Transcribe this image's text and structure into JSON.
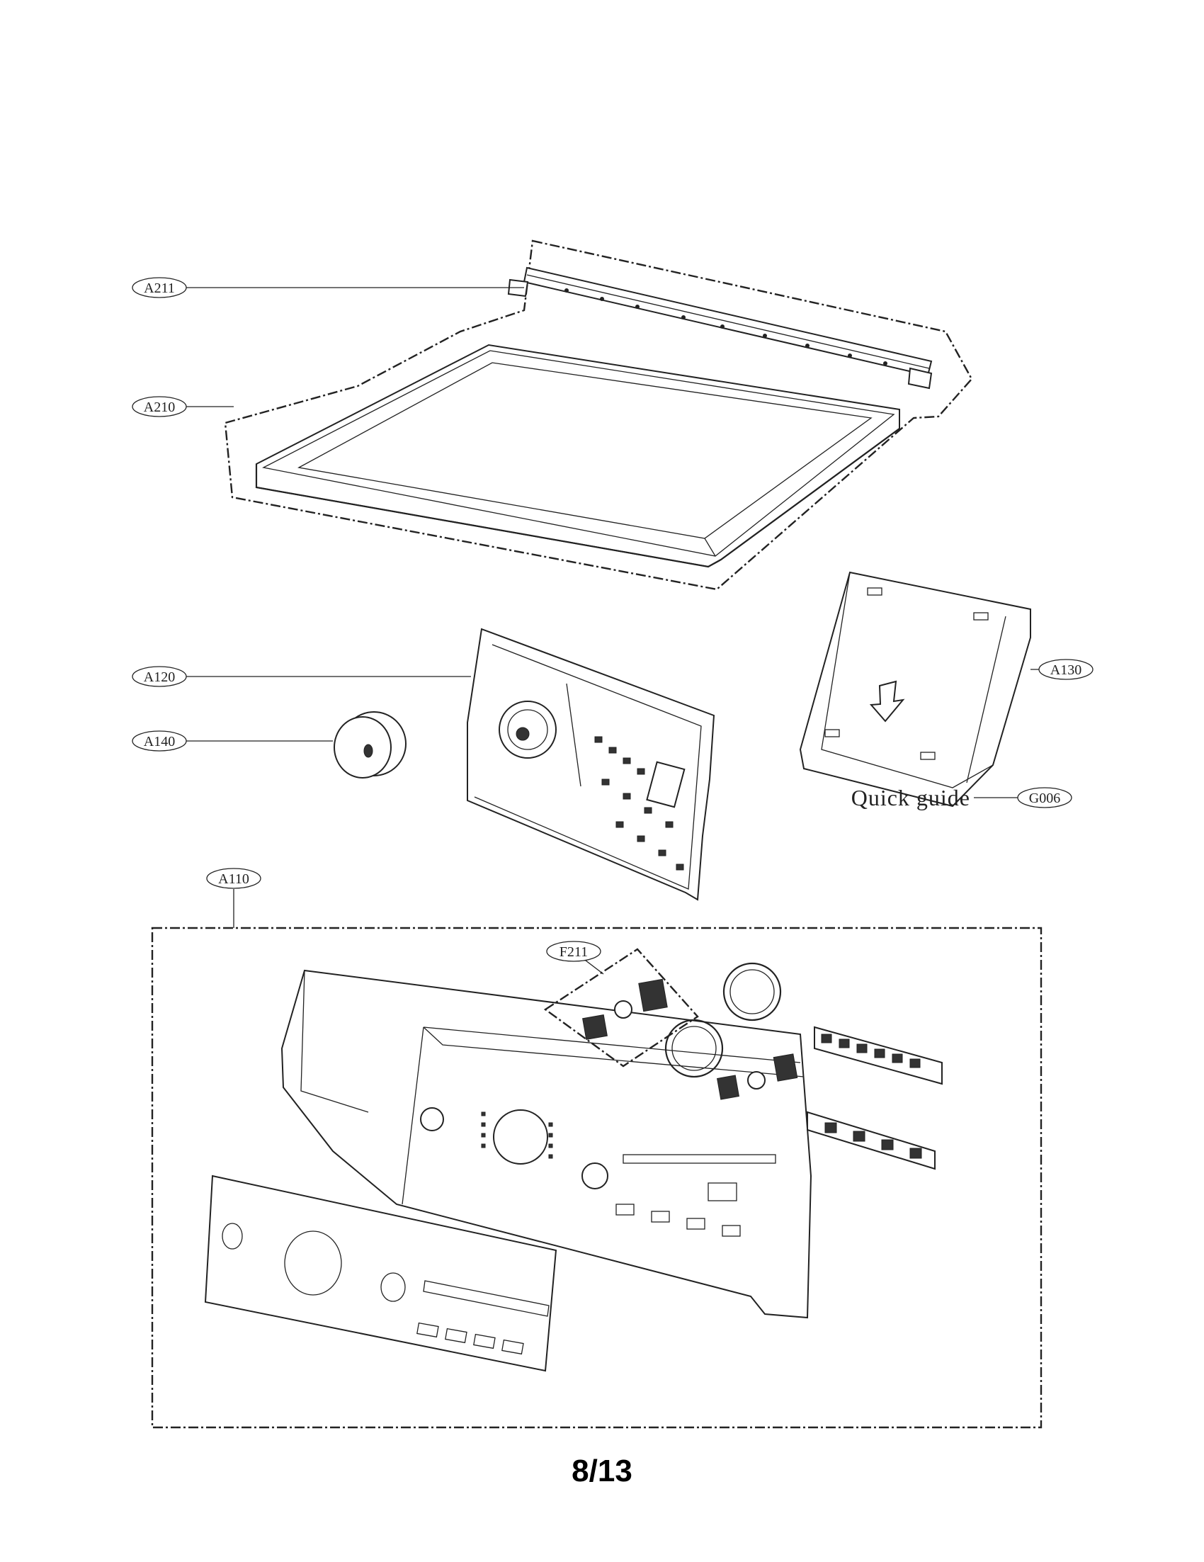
{
  "callouts": {
    "A211": "A211",
    "A210": "A210",
    "A120": "A120",
    "A140": "A140",
    "A130": "A130",
    "G006": "G006",
    "A110": "A110",
    "F211": "F211"
  },
  "quick_guide_label": "Quick guide",
  "page_number": "8/13",
  "colors": {
    "ink": "#222222",
    "paper": "#ffffff"
  }
}
